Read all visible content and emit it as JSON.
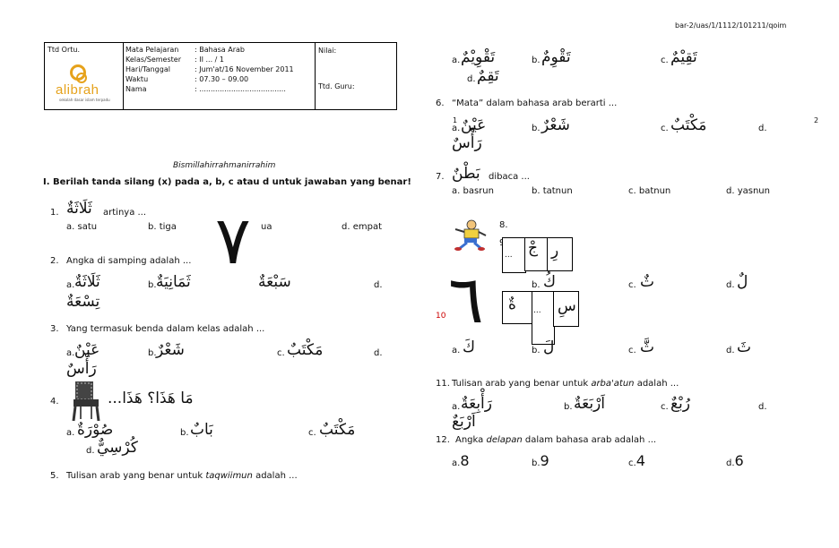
{
  "doc_code": "bar-2/uas/1/1112/101211/qoim",
  "page_number": "2",
  "header": {
    "ortu_label": "Ttd Ortu.",
    "logo_text": "alibrah",
    "logo_tagline": "sekolah dasar islam terpadu",
    "info_rows": [
      {
        "label": "Mata Pelajaran",
        "value": ": Bahasa Arab"
      },
      {
        "label": "Kelas/Semester",
        "value": ": II ... / 1"
      },
      {
        "label": "Hari/Tanggal",
        "value": ": Jum'at/16 November 2011"
      },
      {
        "label": "Waktu",
        "value": ": 07.30 – 09.00"
      },
      {
        "label": "Nama",
        "value": ": ......................................"
      }
    ],
    "nilai_label": "Nilai:",
    "guru_label": "Ttd. Guru:"
  },
  "bismillah": "Bismillahirrahmanirrahim",
  "instruction": "I. Berilah tanda silang (x) pada a, b, c atau d untuk jawaban yang benar!",
  "q1": {
    "num": "1.",
    "arabic": "ثَلَاثَةٌ",
    "text": "artinya ...",
    "options": [
      "a. satu",
      "b. tiga",
      "ua",
      "d. empat"
    ]
  },
  "big_digit_seven": "٧",
  "q2": {
    "num": "2.",
    "text": "Angka di samping adalah ...",
    "a_label": "a.",
    "a": "ثَلَاثَةٌ",
    "b_label": "b.",
    "b": "ثَمَانِيَةٌ",
    "c": "سَبْعَةٌ",
    "d_label": "d.",
    "d": "تِسْعَةٌ"
  },
  "q3": {
    "num": "3.",
    "text": "Yang termasuk benda dalam kelas adalah ...",
    "a_label": "a.",
    "a": "عَيْنٌ",
    "b_label": "b.",
    "b": "شَعْرٌ",
    "c_label": "c.",
    "c": "مَكْتَبٌ",
    "d_label": "d.",
    "d": "رَأْسٌ"
  },
  "q4": {
    "num": "4.",
    "arabic": "مَا هَذَا؟ هَذَا...",
    "a_label": "a.",
    "a": "صُوْرَةٌ",
    "b_label": "b.",
    "b": "بَابٌ",
    "c_label": "c.",
    "c": "مَكْتَبٌ",
    "d_label": "d.",
    "d": "كُرْسِيٌّ"
  },
  "q5": {
    "num": "5.",
    "text_before": "Tulisan arab yang benar untuk",
    "text_italic": "taqwiimun",
    "text_after": "adalah ..."
  },
  "q5_opts": {
    "a_label": "a.",
    "a": "تَقْوِيْمٌ",
    "b_label": "b.",
    "b": "تَقْوِمٌ",
    "c_label": "c.",
    "c": "تَقِيْمٌ",
    "d_label": "d.",
    "d": "تَقِمٌ"
  },
  "q6": {
    "num": "6.",
    "text": "“Mata” dalam bahasa arab berarti ...",
    "mark": "1",
    "a_label": "a.",
    "a": "عَيْنٌ",
    "b_label": "b.",
    "b": "شَعْرٌ",
    "c_label": "c.",
    "c": "مَكْتَبٌ",
    "d_label": "d.",
    "d": "رَأْسٌ"
  },
  "q7": {
    "num": "7.",
    "arabic": "بَطْنٌ",
    "text": "dibaca ...",
    "options": [
      "a. basrun",
      "b. tatnun",
      "c. batnun",
      "d. yasnun"
    ]
  },
  "q8": {
    "num": "8."
  },
  "q9": {
    "num": "9.",
    "box1": "جْ",
    "box2": "رِ",
    "dots": "..."
  },
  "big_digit_six": "٦",
  "q10": {
    "num": "10",
    "box1": "ةٌ",
    "box2": "سِ",
    "dots": "..."
  },
  "q9_opts": {
    "b_label": "b.",
    "b": "كُ",
    "c_label": "c.",
    "c": "ثٌ",
    "d_label": "d.",
    "d": "لٌ"
  },
  "q10_opts": {
    "a_label": "a.",
    "a": "كَ",
    "b_label": "b.",
    "b": "لَ",
    "c_label": "c.",
    "c": "ثَّ",
    "d_label": "d.",
    "d": "ثَ"
  },
  "q11": {
    "num": "11.",
    "text_before": "Tulisan arab yang benar untuk",
    "text_italic": "arba'atun",
    "text_after": "adalah ...",
    "a_label": "a.",
    "a": "رَأْبِعَةٌ",
    "b_label": "b.",
    "b": "اَرْبَعَةٌ",
    "c_label": "c.",
    "c": "رُبْعٌ",
    "d_label": "d.",
    "d": "اَرْبَعٌ"
  },
  "q12": {
    "num": "12.",
    "text_before": "Angka",
    "text_italic": "delapan",
    "text_after": "dalam bahasa arab  adalah ...",
    "options": [
      {
        "label": "a.",
        "value": "8"
      },
      {
        "label": "b.",
        "value": "9"
      },
      {
        "label": "c.",
        "value": "4"
      },
      {
        "label": "d.",
        "value": "6"
      }
    ]
  },
  "colors": {
    "logo": "#e6a21b",
    "mark_red": "#cc0000"
  }
}
